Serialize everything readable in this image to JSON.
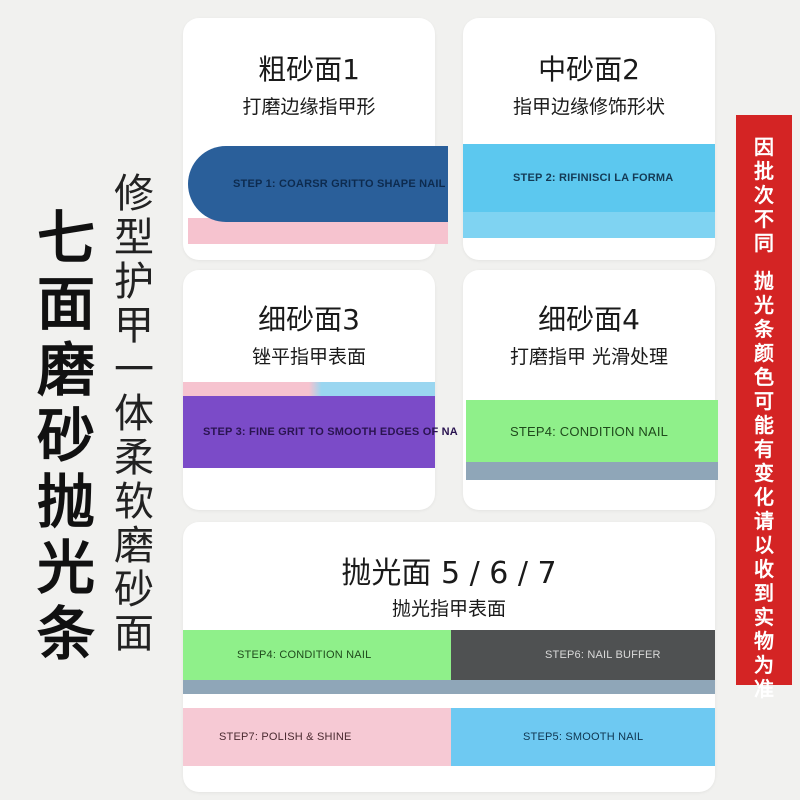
{
  "main_title": "七面磨砂抛光条",
  "sub_title": "修型护甲 一体 柔软磨砂面",
  "notice": {
    "line1": "因批次不同",
    "line2": "抛光条颜色可能有变化 请以收到实物为准"
  },
  "cards": [
    {
      "title": "粗砂面1",
      "subtitle": "打磨边缘指甲形",
      "strip_label": "STEP 1: COARSR GRITTO SHAPE NAIL",
      "strip_color": "#2a5f9a"
    },
    {
      "title": "中砂面2",
      "subtitle": "指甲边缘修饰形状",
      "strip_label": "STEP 2: RIFINISCI LA FORMA",
      "strip_color": "#5cc8ef"
    },
    {
      "title": "细砂面3",
      "subtitle": "锉平指甲表面",
      "strip_label": "STEP 3: FINE GRIT TO SMOOTH EDGES OF NA",
      "strip_color": "#7b4bc8"
    },
    {
      "title": "细砂面4",
      "subtitle": "打磨指甲 光滑处理",
      "strip_label": "STEP4: CONDITION NAIL",
      "strip_color": "#8ff08a"
    },
    {
      "title": "抛光面 5 / 6 / 7",
      "subtitle": "抛光指甲表面",
      "strips": [
        {
          "label": "STEP4: CONDITION NAIL",
          "color": "#8ff08a"
        },
        {
          "label": "STEP6: NAIL BUFFER",
          "color": "#4f5152"
        },
        {
          "label": "STEP7: POLISH & SHINE",
          "color": "#f6c9d4"
        },
        {
          "label": "STEP5: SMOOTH NAIL",
          "color": "#6ec9f2"
        }
      ]
    }
  ]
}
